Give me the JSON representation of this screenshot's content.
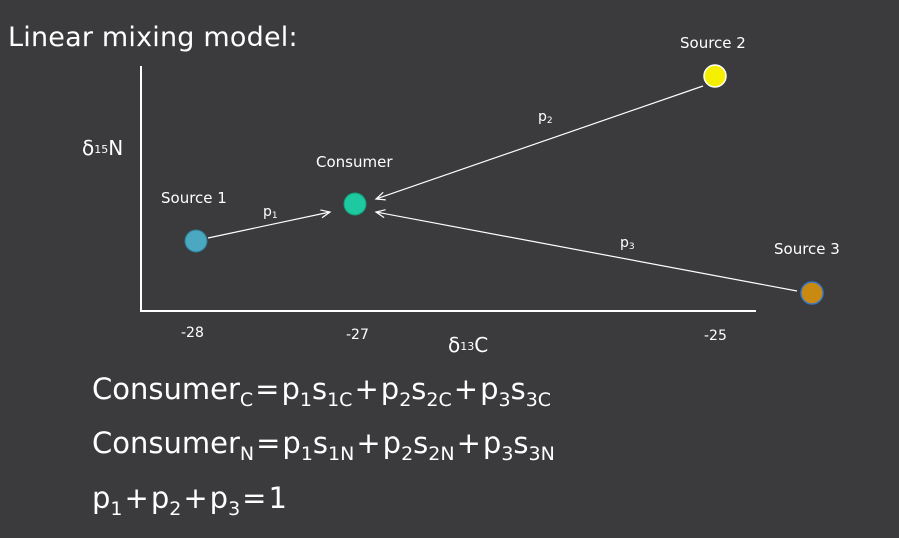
{
  "title": "Linear mixing model:",
  "axes": {
    "y_label_delta": "δ",
    "y_label_mass": "15",
    "y_label_element": "N",
    "x_label_delta": "δ",
    "x_label_mass": "13",
    "x_label_element": "C",
    "x_ticks": [
      "-28",
      "-27",
      "-25"
    ]
  },
  "points": [
    {
      "name": "Source 1",
      "color": "#4aa8c0"
    },
    {
      "name": "Consumer",
      "color": "#1ec8a0"
    },
    {
      "name": "Source 2",
      "color": "#f5f000"
    },
    {
      "name": "Source 3",
      "color": "#c88a10"
    }
  ],
  "arrows": [
    {
      "label": "p",
      "subscript": "1"
    },
    {
      "label": "p",
      "subscript": "2"
    },
    {
      "label": "p",
      "subscript": "3"
    }
  ],
  "equations": {
    "eq1": {
      "lhs": "Consumer",
      "lhs_sub": "C",
      "eq": "=",
      "terms": [
        {
          "p": "p",
          "p_sub": "1",
          "s": "s",
          "s_sub": "1C"
        },
        {
          "p": "p",
          "p_sub": "2",
          "s": "s",
          "s_sub": "2C"
        },
        {
          "p": "p",
          "p_sub": "3",
          "s": "s",
          "s_sub": "3C"
        }
      ],
      "plus": "+"
    },
    "eq2": {
      "lhs": "Consumer",
      "lhs_sub": "N",
      "eq": "=",
      "terms": [
        {
          "p": "p",
          "p_sub": "1",
          "s": "s",
          "s_sub": "1N"
        },
        {
          "p": "p",
          "p_sub": "2",
          "s": "s",
          "s_sub": "2N"
        },
        {
          "p": "p",
          "p_sub": "3",
          "s": "s",
          "s_sub": "3N"
        }
      ],
      "plus": "+"
    },
    "eq3": {
      "p1": "p",
      "p1_sub": "1",
      "p2": "p",
      "p2_sub": "2",
      "p3": "p",
      "p3_sub": "3",
      "plus": "+",
      "eq": "=",
      "rhs": "1"
    }
  },
  "colors": {
    "background": "#3b3b3d",
    "foreground": "#ffffff"
  }
}
